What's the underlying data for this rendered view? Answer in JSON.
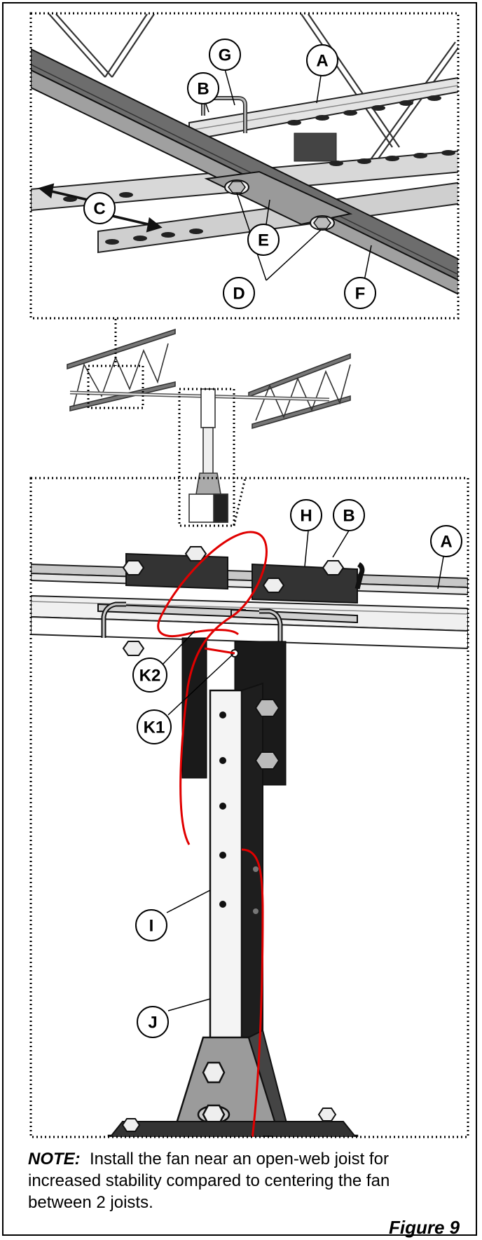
{
  "callouts": {
    "A": "A",
    "B": "B",
    "C": "C",
    "D": "D",
    "E": "E",
    "F": "F",
    "G": "G",
    "H": "H",
    "I": "I",
    "J": "J",
    "K1": "K1",
    "K2": "K2"
  },
  "note": {
    "label": "NOTE:",
    "text": "Install the fan near an open-web joist for increased stability compared to centering the fan between 2 joists."
  },
  "figure_label": "Figure 9"
}
